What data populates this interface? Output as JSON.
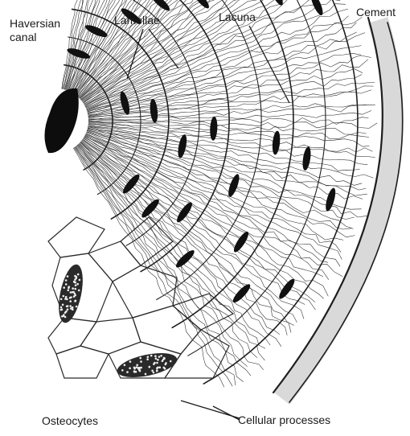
{
  "labels": {
    "haversian_canal_line1": "Haversian",
    "haversian_canal_line2": "canal",
    "lamellae": "Lamellae",
    "lacuna": "Lacuna",
    "cement": "Cement",
    "osteocytes": "Osteocytes",
    "cellular_processes": "Cellular processes"
  },
  "colors": {
    "ink": "#111111",
    "paper": "#ffffff",
    "cement_band": "#d9d9d9"
  }
}
